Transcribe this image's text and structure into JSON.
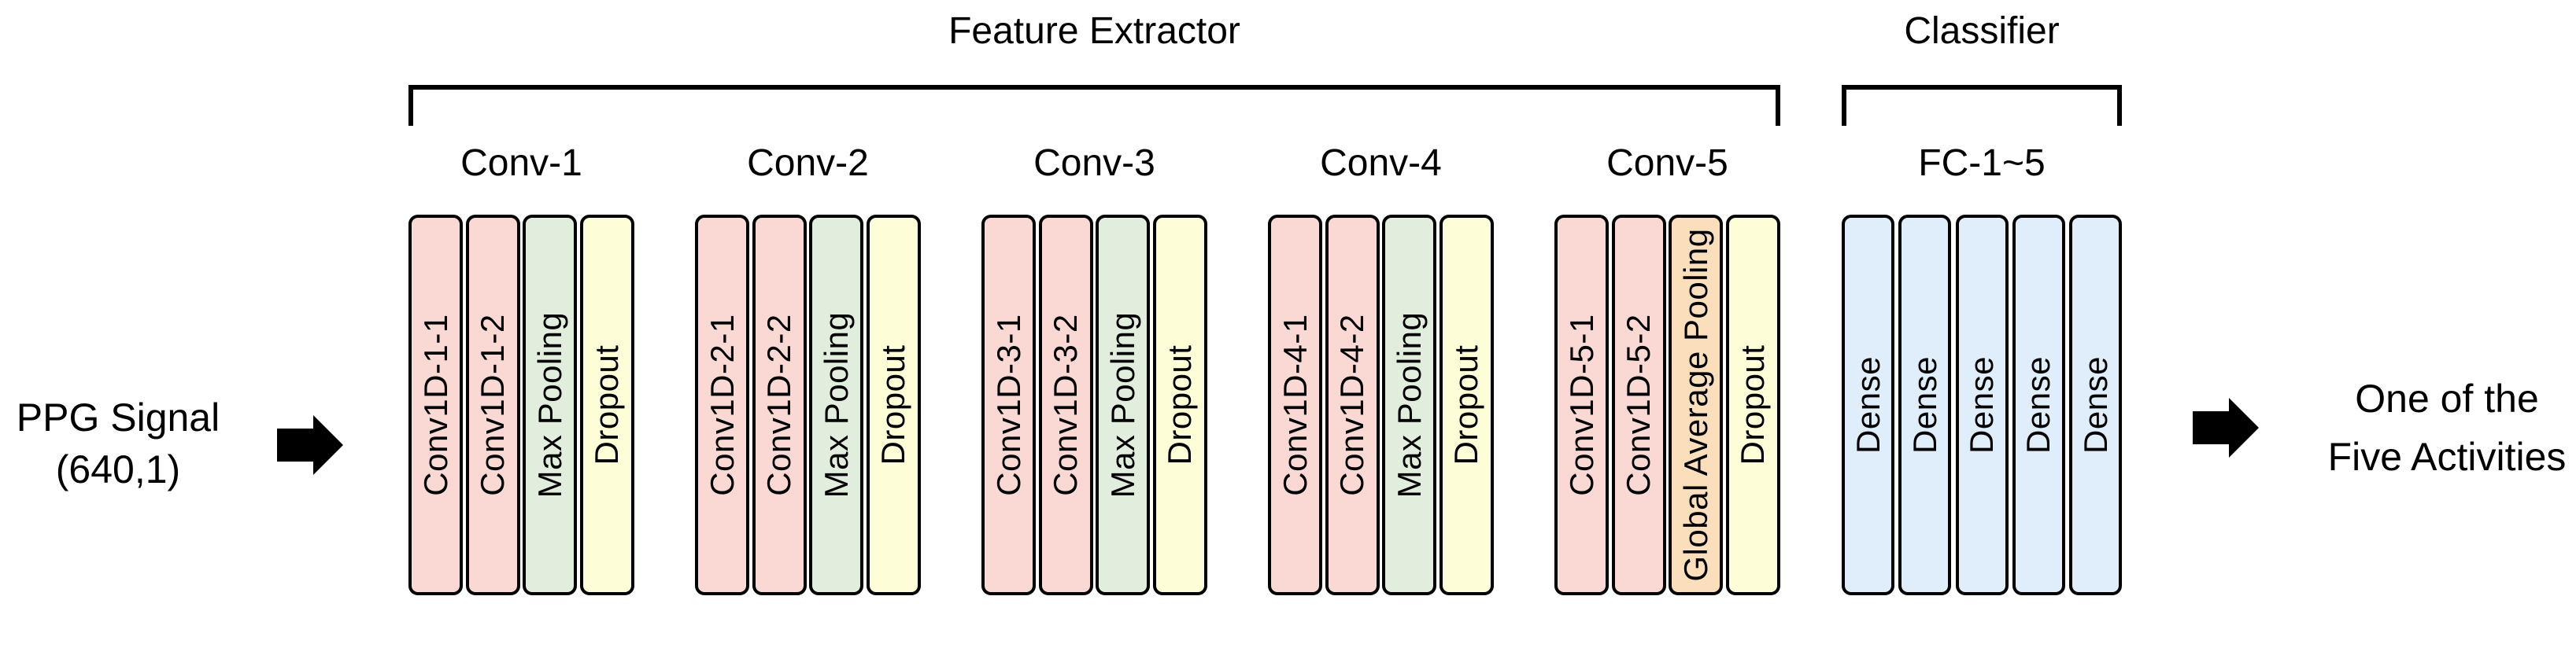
{
  "colors": {
    "conv": "#fad9d5",
    "maxpool": "#e2eedd",
    "dropout": "#fdfdd8",
    "gap": "#fbdfbd",
    "dense": "#dfeefa",
    "line": "#000000",
    "background": "#ffffff"
  },
  "input": {
    "line1": "PPG Signal",
    "line2": "(640,1)"
  },
  "output": {
    "line1": "One of the",
    "line2": "Five Activities"
  },
  "sections": [
    {
      "title": "Feature Extractor",
      "blocks": [
        {
          "label": "Conv-1",
          "layers": [
            {
              "text": "Conv1D-1-1",
              "type": "conv"
            },
            {
              "text": "Conv1D-1-2",
              "type": "conv"
            },
            {
              "text": "Max Pooling",
              "type": "maxpool"
            },
            {
              "text": "Dropout",
              "type": "dropout"
            }
          ]
        },
        {
          "label": "Conv-2",
          "layers": [
            {
              "text": "Conv1D-2-1",
              "type": "conv"
            },
            {
              "text": "Conv1D-2-2",
              "type": "conv"
            },
            {
              "text": "Max Pooling",
              "type": "maxpool"
            },
            {
              "text": "Dropout",
              "type": "dropout"
            }
          ]
        },
        {
          "label": "Conv-3",
          "layers": [
            {
              "text": "Conv1D-3-1",
              "type": "conv"
            },
            {
              "text": "Conv1D-3-2",
              "type": "conv"
            },
            {
              "text": "Max Pooling",
              "type": "maxpool"
            },
            {
              "text": "Dropout",
              "type": "dropout"
            }
          ]
        },
        {
          "label": "Conv-4",
          "layers": [
            {
              "text": "Conv1D-4-1",
              "type": "conv"
            },
            {
              "text": "Conv1D-4-2",
              "type": "conv"
            },
            {
              "text": "Max Pooling",
              "type": "maxpool"
            },
            {
              "text": "Dropout",
              "type": "dropout"
            }
          ]
        },
        {
          "label": "Conv-5",
          "layers": [
            {
              "text": "Conv1D-5-1",
              "type": "conv"
            },
            {
              "text": "Conv1D-5-2",
              "type": "conv"
            },
            {
              "text": "Global Average Pooling",
              "type": "gap"
            },
            {
              "text": "Dropout",
              "type": "dropout"
            }
          ]
        }
      ]
    },
    {
      "title": "Classifier",
      "blocks": [
        {
          "label": "FC-1~5",
          "layers": [
            {
              "text": "Dense",
              "type": "dense"
            },
            {
              "text": "Dense",
              "type": "dense"
            },
            {
              "text": "Dense",
              "type": "dense"
            },
            {
              "text": "Dense",
              "type": "dense"
            },
            {
              "text": "Dense",
              "type": "dense"
            }
          ]
        }
      ]
    }
  ]
}
